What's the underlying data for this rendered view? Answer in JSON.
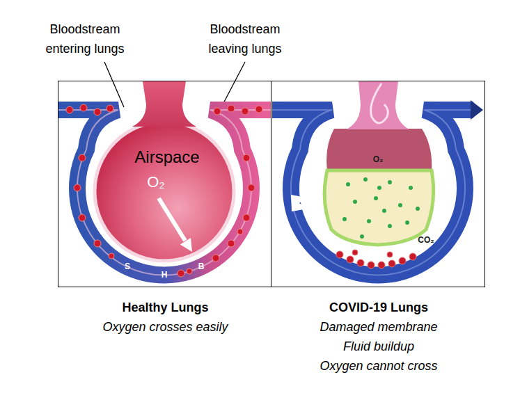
{
  "diagram": {
    "nodes": [
      {
        "text": [
          "Healthy Lungs",
          "Oxygen crosses easily"
        ]
      },
      {
        "text": [
          "COVID-19 Lungs",
          "Damaged membrane",
          "Fluid buildup",
          "Oxygen cannot cross"
        ]
      }
    ],
    "labels": [
      "Bloodstream entering lungs",
      "Bloodstream leaving lungs",
      "Airspace",
      "O₂",
      "S",
      "H",
      "B",
      "O₂",
      "CO₂"
    ]
  }
}
